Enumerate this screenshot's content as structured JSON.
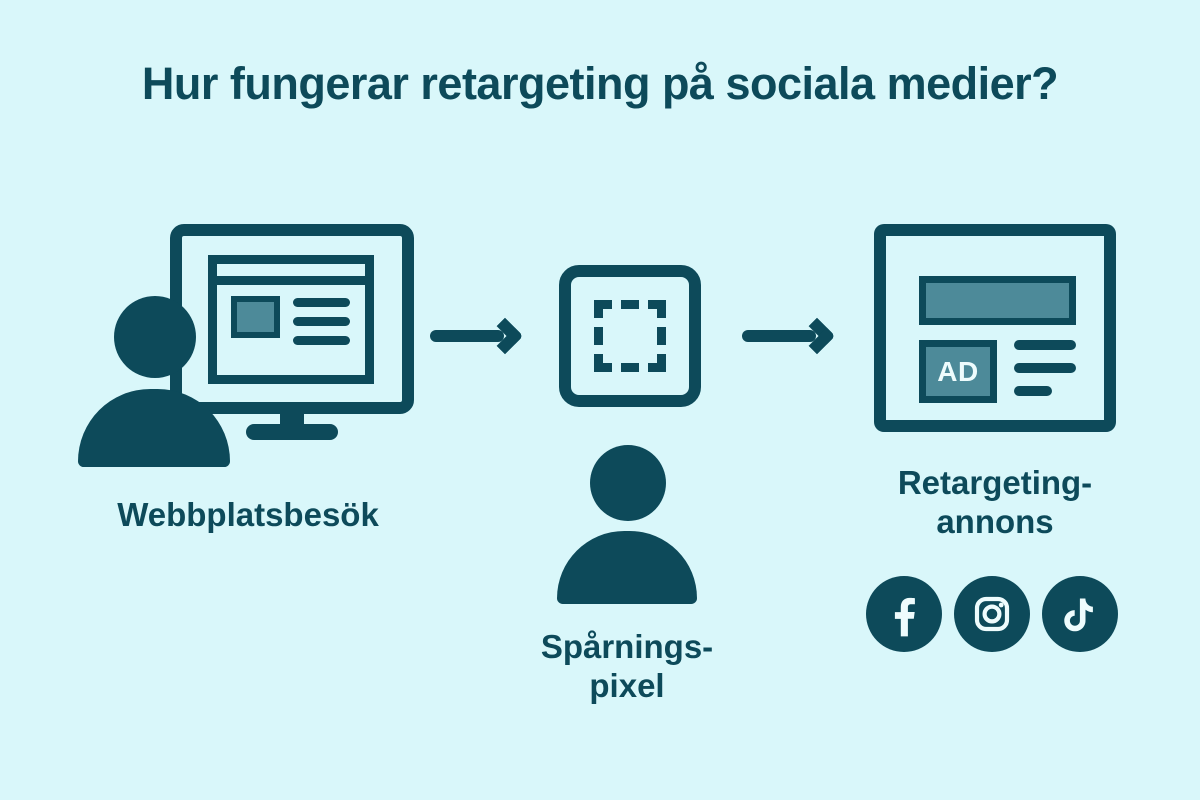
{
  "page": {
    "title": "Hur fungerar retargeting på sociala medier?",
    "background_color": "#d9f7fa",
    "primary_color": "#0d4a5a",
    "accent_color": "#4d8a99",
    "light_color": "#eefcfd"
  },
  "steps": [
    {
      "id": "website-visit",
      "label": "Webbplatsbesök",
      "icon": "person-at-monitor-icon"
    },
    {
      "id": "tracking-pixel",
      "label_line1": "Spårnings-",
      "label_line2": "pixel",
      "icon": "tracking-pixel-icon"
    },
    {
      "id": "retargeting-ad",
      "label_line1": "Retargeting-",
      "label_line2": "annons",
      "icon": "ad-card-icon",
      "ad_badge": "AD"
    }
  ],
  "arrows": [
    {
      "id": "arrow-1",
      "direction": "right"
    },
    {
      "id": "arrow-2",
      "direction": "right"
    }
  ],
  "social_icons": [
    {
      "id": "facebook",
      "name": "facebook-icon"
    },
    {
      "id": "instagram",
      "name": "instagram-icon"
    },
    {
      "id": "tiktok",
      "name": "tiktok-icon"
    }
  ]
}
